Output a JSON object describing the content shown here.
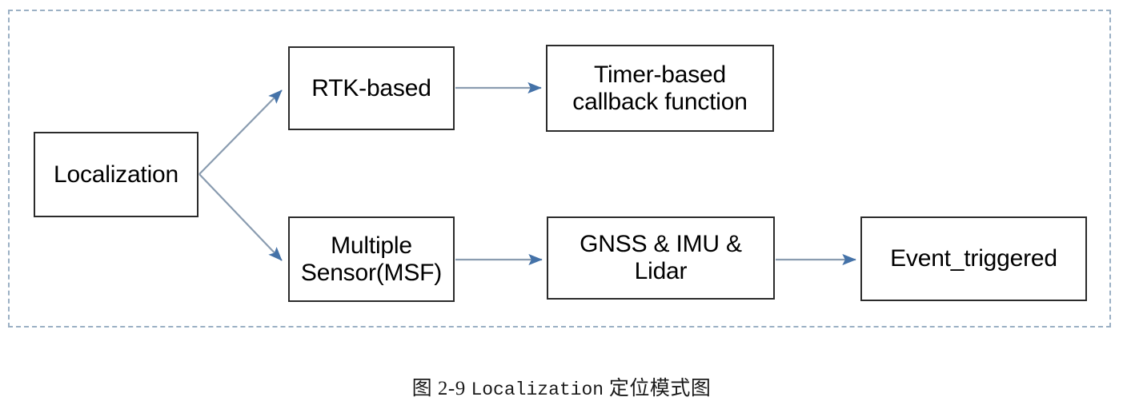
{
  "figure": {
    "region_style": "dashed-blue-border",
    "dash_color": "#9bb0c4",
    "edge_color": "#8a9cb0",
    "arrowhead_color": "#4472a8",
    "node_border_color": "#2b2b2b"
  },
  "nodes": {
    "localization": {
      "label": "Localization"
    },
    "rtk": {
      "label": "RTK-based"
    },
    "timer": {
      "label": "Timer-based\ncallback function"
    },
    "msf": {
      "label": "Multiple\nSensor(MSF)"
    },
    "gnss": {
      "label": "GNSS & IMU &\nLidar"
    },
    "event": {
      "label": "Event_triggered"
    }
  },
  "edges": [
    {
      "id": "localization-to-rtk",
      "from": "localization",
      "to": "rtk",
      "kind": "diagonal-up"
    },
    {
      "id": "localization-to-msf",
      "from": "localization",
      "to": "msf",
      "kind": "diagonal-down"
    },
    {
      "id": "rtk-to-timer",
      "from": "rtk",
      "to": "timer",
      "kind": "straight"
    },
    {
      "id": "msf-to-gnss",
      "from": "msf",
      "to": "gnss",
      "kind": "straight"
    },
    {
      "id": "gnss-to-event",
      "from": "gnss",
      "to": "event",
      "kind": "straight"
    }
  ],
  "caption": {
    "prefix": "图 2-9 ",
    "english": "Localization",
    "suffix": " 定位模式图"
  }
}
